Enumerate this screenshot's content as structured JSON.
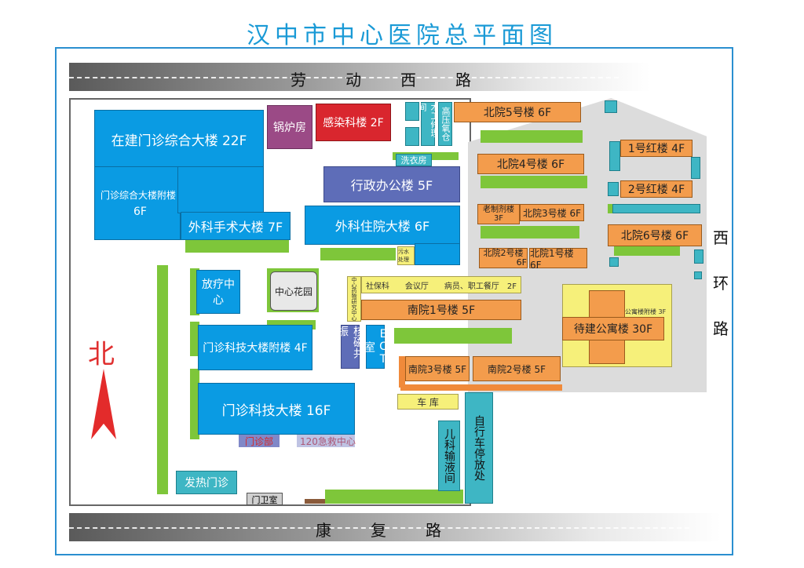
{
  "title": "汉中市中心医院总平面图",
  "roads": {
    "north": "劳动西路",
    "south": "康复路",
    "west_ring": [
      "西",
      "环",
      "路"
    ]
  },
  "compass": {
    "label": "北"
  },
  "buildings": {
    "outpatient_complex": "在建门诊综合大楼 22F",
    "outpatient_annex": "门诊综合大楼附楼",
    "outpatient_annex_floor": "6F",
    "boiler_room": "锅炉房",
    "infection_building": "感染科楼 2F",
    "wood_shop": "木工修理间",
    "high_voltage": "高压氧仓",
    "laundry": "洗衣房",
    "admin_office": "行政办公楼 5F",
    "surgery_inpatient": "外科住院大楼 6F",
    "surgery_building": "外科手术大楼 7F",
    "small_box": "污水处理",
    "radiotherapy": "放疗中心",
    "central_garden": "中心花园",
    "social_security": "社保科",
    "social_row": "社保科　　会议厅　　病员、职工餐厅　2F",
    "pharma_vertical": "中心药物研究中心",
    "south1": "南院1号楼 5F",
    "mri": "核磁共振",
    "ect": "ECT室",
    "south3": "南院3号楼 5F",
    "south2": "南院2号楼 5F",
    "garage": "车 库",
    "tech_annex": "门诊科技大楼附楼 4F",
    "tech_building": "门诊科技大楼 16F",
    "outpatient_dept": "门诊部",
    "emergency": "120急救中心",
    "pediatric_infusion": "儿科输液间",
    "bike_parking": "自行车停放处",
    "fever_clinic": "发热门诊",
    "guard_room": "门卫室",
    "north5": "北院5号楼 6F",
    "north4": "北院4号楼 6F",
    "old_pharmacy": "老制剂楼",
    "old_pharmacy_floor": "3F",
    "north3": "北院3号楼 6F",
    "north2": "北院2号楼",
    "north2_floor": "6F",
    "north1": "北院1号楼 6F",
    "red1": "1号红楼 4F",
    "red2": "2号红楼 4F",
    "north6": "北院6号楼 6F",
    "apartment": "待建公寓楼 30F",
    "apartment_annex": "公寓楼附楼 3F"
  }
}
